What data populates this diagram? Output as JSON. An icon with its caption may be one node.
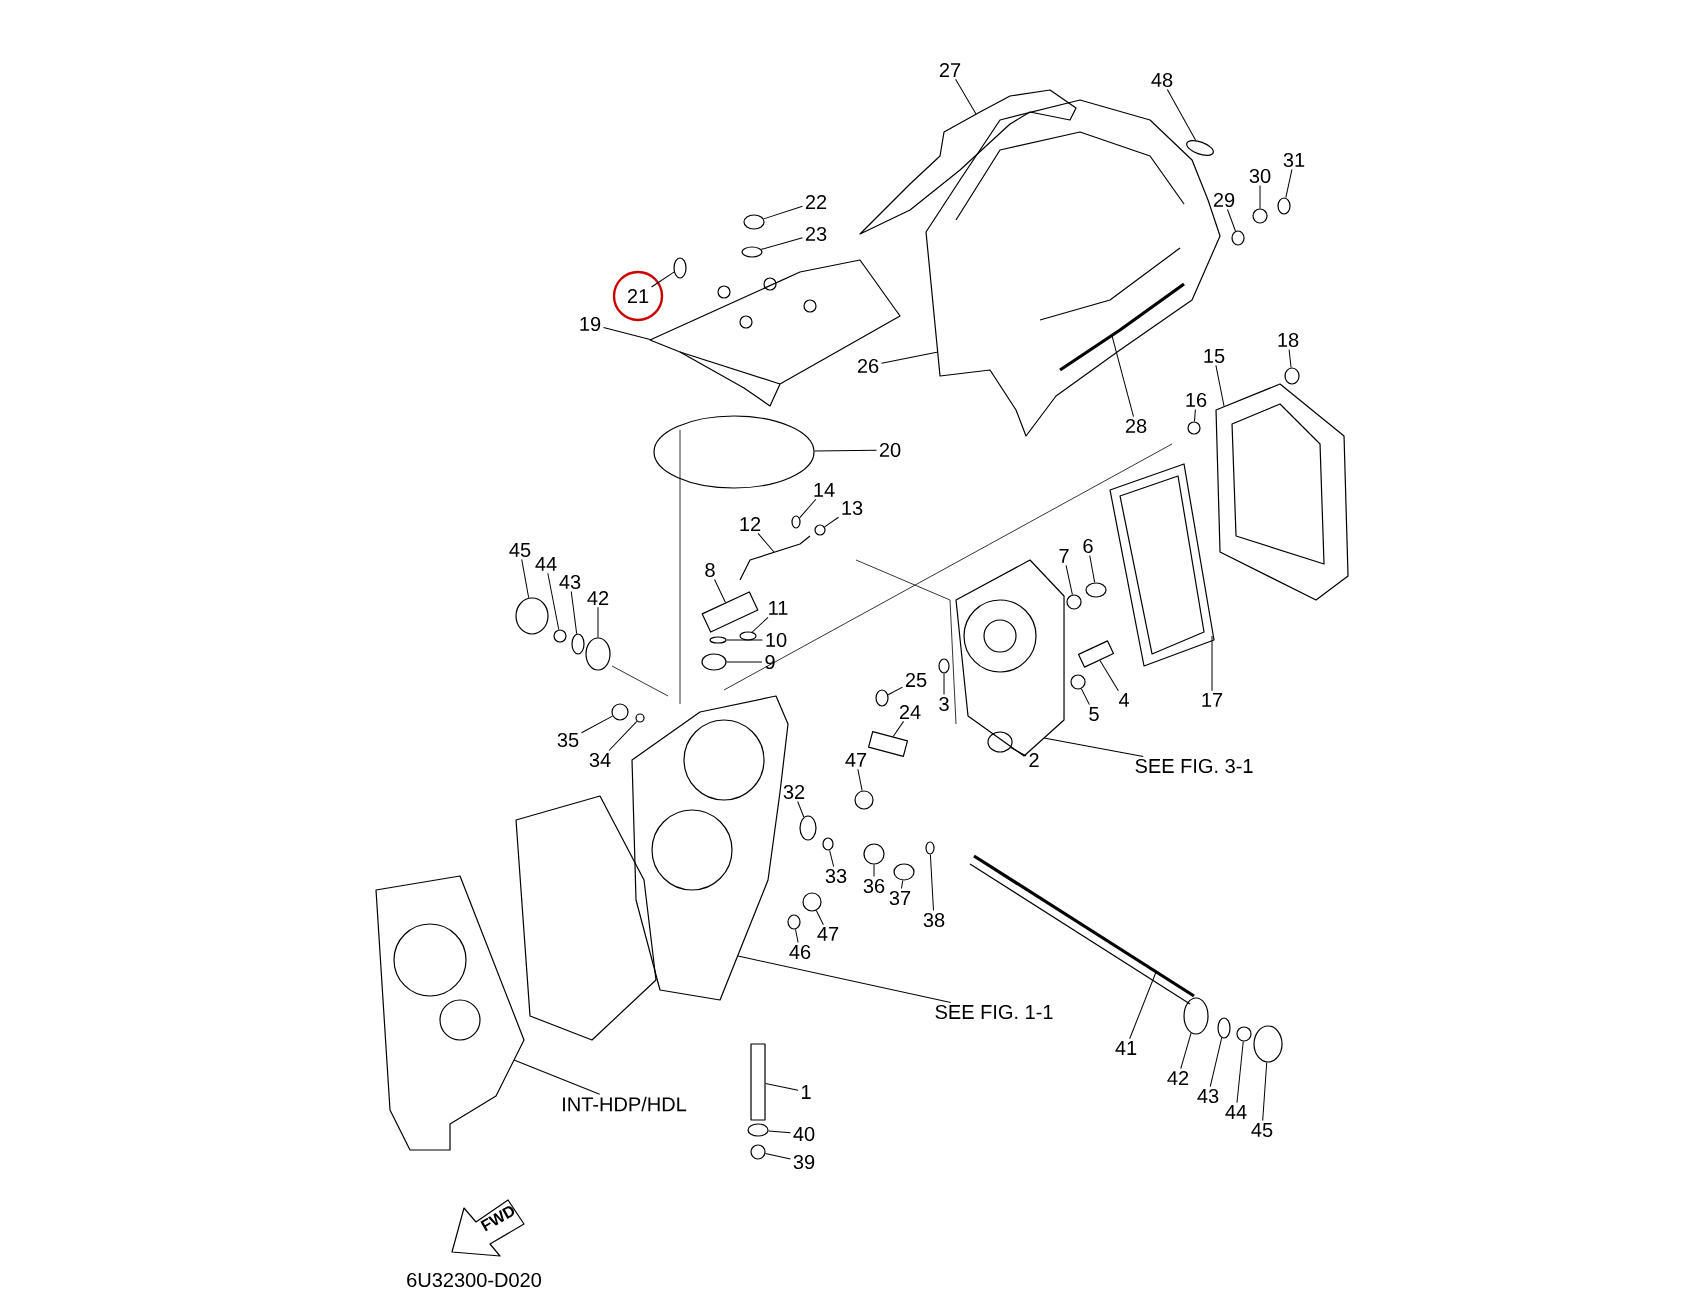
{
  "diagram": {
    "nodes": [
      {
        "text": [
          "27"
        ]
      },
      {
        "text": [
          "48"
        ]
      },
      {
        "text": [
          "31"
        ]
      },
      {
        "text": [
          "30"
        ]
      },
      {
        "text": [
          "22"
        ]
      },
      {
        "text": [
          "29"
        ]
      },
      {
        "text": [
          "23"
        ]
      },
      {
        "text": [
          "21"
        ]
      },
      {
        "text": [
          "19"
        ]
      },
      {
        "text": [
          "18"
        ]
      },
      {
        "text": [
          "15"
        ]
      },
      {
        "text": [
          "26"
        ]
      },
      {
        "text": [
          "16"
        ]
      },
      {
        "text": [
          "28"
        ]
      },
      {
        "text": [
          "20"
        ]
      },
      {
        "text": [
          "14"
        ]
      },
      {
        "text": [
          "13"
        ]
      },
      {
        "text": [
          "12"
        ]
      },
      {
        "text": [
          "45"
        ]
      },
      {
        "text": [
          "44"
        ]
      },
      {
        "text": [
          "43"
        ]
      },
      {
        "text": [
          "42"
        ]
      },
      {
        "text": [
          "7"
        ]
      },
      {
        "text": [
          "6"
        ]
      },
      {
        "text": [
          "8"
        ]
      },
      {
        "text": [
          "11"
        ]
      },
      {
        "text": [
          "10"
        ]
      },
      {
        "text": [
          "9"
        ]
      },
      {
        "text": [
          "25"
        ]
      },
      {
        "text": [
          "3"
        ]
      },
      {
        "text": [
          "24"
        ]
      },
      {
        "text": [
          "4"
        ]
      },
      {
        "text": [
          "5"
        ]
      },
      {
        "text": [
          "17"
        ]
      },
      {
        "text": [
          "35"
        ]
      },
      {
        "text": [
          "34"
        ]
      },
      {
        "text": [
          "2"
        ]
      },
      {
        "text": [
          "SEE FIG. 3-1"
        ]
      },
      {
        "text": [
          "47"
        ]
      },
      {
        "text": [
          "32"
        ]
      },
      {
        "text": [
          "33"
        ]
      },
      {
        "text": [
          "36"
        ]
      },
      {
        "text": [
          "37"
        ]
      },
      {
        "text": [
          "38"
        ]
      },
      {
        "text": [
          "47"
        ]
      },
      {
        "text": [
          "46"
        ]
      },
      {
        "text": [
          "SEE FIG. 1-1"
        ]
      },
      {
        "text": [
          "41"
        ]
      },
      {
        "text": [
          "42"
        ]
      },
      {
        "text": [
          "1"
        ]
      },
      {
        "text": [
          "43"
        ]
      },
      {
        "text": [
          "INT-HDP/HDL"
        ]
      },
      {
        "text": [
          "44"
        ]
      },
      {
        "text": [
          "45"
        ]
      },
      {
        "text": [
          "40"
        ]
      },
      {
        "text": [
          "39"
        ]
      },
      {
        "text": [],
        "shape": "picture"
      },
      {
        "text": [],
        "shape": "circle"
      },
      {
        "text": [],
        "shape": "circle"
      },
      {
        "text": [],
        "shape": "circle"
      },
      {
        "text": [],
        "shape": "circle"
      },
      {
        "text": [],
        "shape": "circle"
      },
      {
        "text": [],
        "shape": "circle"
      },
      {
        "text": [],
        "shape": "circle"
      },
      {
        "text": [],
        "shape": "picture"
      },
      {
        "text": [],
        "shape": "circle"
      },
      {
        "text": [],
        "shape": "picture"
      },
      {
        "text": [],
        "shape": "picture"
      },
      {
        "text": [],
        "shape": "circle"
      },
      {
        "text": [],
        "shape": "picture",
        "in": 67
      },
      {
        "text": [],
        "shape": "ellipse"
      },
      {
        "text": [],
        "shape": "circle"
      },
      {
        "text": [],
        "shape": "circle"
      },
      {
        "text": [],
        "shape": "picture"
      },
      {
        "text": [],
        "shape": "circle"
      },
      {
        "text": [],
        "shape": "circle"
      },
      {
        "text": [],
        "shape": "circle"
      },
      {
        "text": [],
        "shape": "circle"
      },
      {
        "text": [],
        "shape": "circle"
      },
      {
        "text": [],
        "shape": "circle"
      },
      {
        "text": [],
        "shape": "box"
      },
      {
        "text": [],
        "shape": "circle"
      },
      {
        "text": [],
        "shape": "circle"
      },
      {
        "text": [],
        "shape": "circle"
      },
      {
        "text": [],
        "shape": "circle"
      },
      {
        "text": [],
        "shape": "circle"
      },
      {
        "text": [],
        "shape": "box"
      },
      {
        "text": [],
        "shape": "box"
      },
      {
        "text": [],
        "shape": "circle"
      },
      {
        "text": [],
        "shape": "picture"
      },
      {
        "text": [],
        "shape": "circle"
      },
      {
        "text": [],
        "shape": "circle"
      },
      {
        "text": [],
        "shape": "circle"
      },
      {
        "text": [],
        "shape": "picture"
      },
      {
        "text": [],
        "shape": "circle"
      },
      {
        "text": [],
        "shape": "circle"
      },
      {
        "text": [],
        "shape": "circle"
      },
      {
        "text": [],
        "shape": "circle"
      },
      {
        "text": [],
        "shape": "circle"
      },
      {
        "text": [],
        "shape": "circle"
      },
      {
        "text": [],
        "shape": "circle"
      },
      {
        "text": [],
        "shape": "circle"
      },
      {
        "text": [],
        "shape": "picture"
      },
      {
        "text": [],
        "shape": "picture"
      },
      {
        "text": [],
        "shape": "circle"
      },
      {
        "text": [],
        "shape": "box"
      },
      {
        "text": [],
        "shape": "circle"
      },
      {
        "text": [],
        "shape": "picture"
      },
      {
        "text": [],
        "shape": "circle"
      },
      {
        "text": [],
        "shape": "circle"
      },
      {
        "text": [],
        "shape": "circle"
      },
      {
        "text": [],
        "shape": "circle"
      }
    ],
    "edges": [
      {
        "from": 0,
        "to": 56,
        "arrow": "none"
      },
      {
        "from": 1,
        "to": 57,
        "arrow": "none"
      },
      {
        "from": 2,
        "to": 58,
        "arrow": "none"
      },
      {
        "from": 3,
        "to": 59,
        "arrow": "none"
      },
      {
        "from": 4,
        "to": 60,
        "arrow": "none"
      },
      {
        "from": 5,
        "to": 61,
        "arrow": "none"
      },
      {
        "from": 6,
        "to": 62,
        "arrow": "none"
      },
      {
        "from": 7,
        "to": 63,
        "arrow": "none"
      },
      {
        "from": 8,
        "to": 64,
        "arrow": "none"
      },
      {
        "from": 9,
        "to": 65,
        "arrow": "none"
      },
      {
        "from": 10,
        "to": 66,
        "arrow": "none"
      },
      {
        "from": 11,
        "to": 67,
        "arrow": "none"
      },
      {
        "from": 12,
        "to": 68,
        "arrow": "none"
      },
      {
        "from": 13,
        "to": 69,
        "arrow": "none"
      },
      {
        "from": 14,
        "to": 70,
        "arrow": "none"
      },
      {
        "from": 15,
        "to": 71,
        "arrow": "none"
      },
      {
        "from": 16,
        "to": 72,
        "arrow": "none"
      },
      {
        "from": 17,
        "to": 73,
        "arrow": "none"
      },
      {
        "from": 18,
        "to": 74,
        "arrow": "none"
      },
      {
        "from": 19,
        "to": 75,
        "arrow": "none"
      },
      {
        "from": 20,
        "to": 76,
        "arrow": "none"
      },
      {
        "from": 21,
        "to": 77,
        "arrow": "none"
      },
      {
        "from": 22,
        "to": 78,
        "arrow": "none"
      },
      {
        "from": 23,
        "to": 79,
        "arrow": "none"
      },
      {
        "from": 24,
        "to": 80,
        "arrow": "none"
      },
      {
        "from": 25,
        "to": 81,
        "arrow": "none"
      },
      {
        "from": 26,
        "to": 82,
        "arrow": "none"
      },
      {
        "from": 27,
        "to": 83,
        "arrow": "none"
      },
      {
        "from": 28,
        "to": 84,
        "arrow": "none"
      },
      {
        "from": 29,
        "to": 85,
        "arrow": "none"
      },
      {
        "from": 30,
        "to": 86,
        "arrow": "none"
      },
      {
        "from": 31,
        "to": 87,
        "arrow": "none"
      },
      {
        "from": 32,
        "to": 88,
        "arrow": "none"
      },
      {
        "from": 33,
        "to": 89,
        "arrow": "none"
      },
      {
        "from": 34,
        "to": 90,
        "arrow": "none"
      },
      {
        "from": 35,
        "to": 91,
        "arrow": "none"
      },
      {
        "from": 36,
        "to": 92,
        "arrow": "none"
      },
      {
        "from": 37,
        "to": 93,
        "arrow": "none"
      },
      {
        "from": 38,
        "to": 94,
        "arrow": "none"
      },
      {
        "from": 39,
        "to": 95,
        "arrow": "none"
      },
      {
        "from": 40,
        "to": 96,
        "arrow": "none"
      },
      {
        "from": 41,
        "to": 97,
        "arrow": "none"
      },
      {
        "from": 42,
        "to": 98,
        "arrow": "none"
      },
      {
        "from": 43,
        "to": 99,
        "arrow": "none"
      },
      {
        "from": 44,
        "to": 100,
        "arrow": "none"
      },
      {
        "from": 45,
        "to": 101,
        "arrow": "none"
      },
      {
        "from": 46,
        "to": 102,
        "arrow": "none"
      },
      {
        "from": 47,
        "to": 103,
        "arrow": "none"
      },
      {
        "from": 48,
        "to": 104,
        "arrow": "none"
      },
      {
        "from": 49,
        "to": 105,
        "arrow": "none"
      },
      {
        "from": 50,
        "to": 106,
        "arrow": "none"
      },
      {
        "from": 51,
        "to": 107,
        "arrow": "none"
      },
      {
        "from": 52,
        "to": 108,
        "arrow": "none"
      },
      {
        "from": 53,
        "to": 109,
        "arrow": "none"
      },
      {
        "from": 54,
        "to": 110,
        "arrow": "none"
      },
      {
        "from": 55,
        "to": 111,
        "arrow": "none"
      }
    ],
    "labels": [
      "FWD",
      "6U32300-D020"
    ]
  }
}
